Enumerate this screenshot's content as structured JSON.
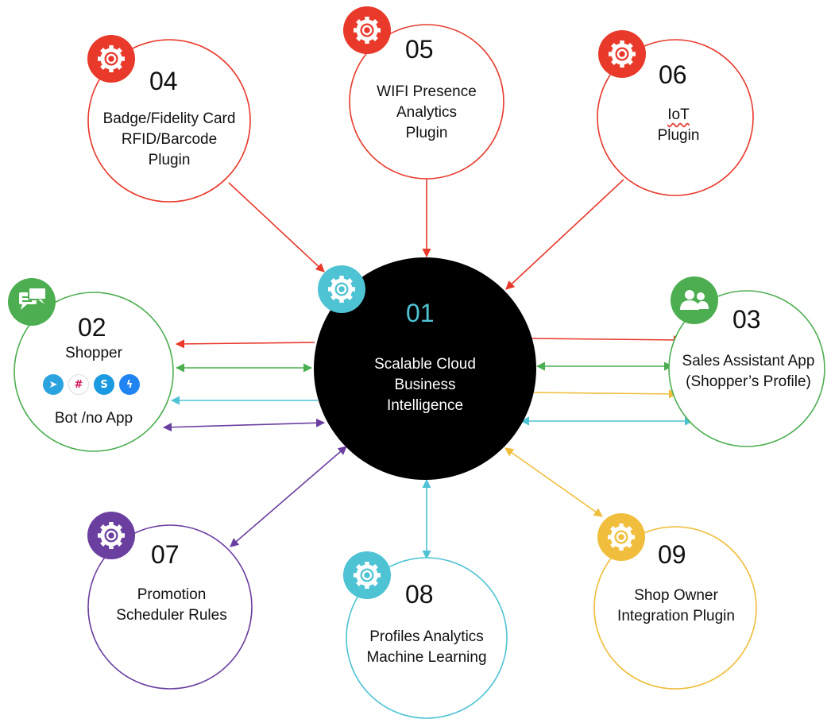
{
  "colors": {
    "red": "#e8392b",
    "green": "#4cae50",
    "cyan": "#4ec3d4",
    "purple": "#6a3fa0",
    "orange": "#f0be3c",
    "center": "#000000"
  },
  "nodes": {
    "n01": {
      "number": "01",
      "line1": "Scalable Cloud",
      "line2": "Business",
      "line3": "Intelligence",
      "icon": "gear-icon"
    },
    "n02": {
      "number": "02",
      "title": "Shopper",
      "subtitle": "Bot /no App",
      "icon": "chat-bubbles-icon",
      "apps": [
        "telegram-icon",
        "slack-icon",
        "skype-icon",
        "messenger-icon"
      ]
    },
    "n03": {
      "number": "03",
      "line1": "Sales Assistant App",
      "line2": "(Shopper’s Profile)",
      "icon": "users-icon"
    },
    "n04": {
      "number": "04",
      "line1": "Badge/Fidelity Card",
      "line2": "RFID/Barcode",
      "line3": "Plugin",
      "icon": "gear-icon"
    },
    "n05": {
      "number": "05",
      "line1": "WIFI Presence",
      "line2": "Analytics",
      "line3": "Plugin",
      "icon": "gear-icon"
    },
    "n06": {
      "number": "06",
      "line1": "IoT",
      "line2": "Plugin",
      "icon": "gear-icon"
    },
    "n07": {
      "number": "07",
      "line1": "Promotion",
      "line2": "Scheduler Rules",
      "icon": "gear-icon"
    },
    "n08": {
      "number": "08",
      "line1": "Profiles Analytics",
      "line2": "Machine Learning",
      "icon": "gear-icon"
    },
    "n09": {
      "number": "09",
      "line1": "Shop Owner",
      "line2": "Integration Plugin",
      "icon": "gear-icon"
    }
  }
}
